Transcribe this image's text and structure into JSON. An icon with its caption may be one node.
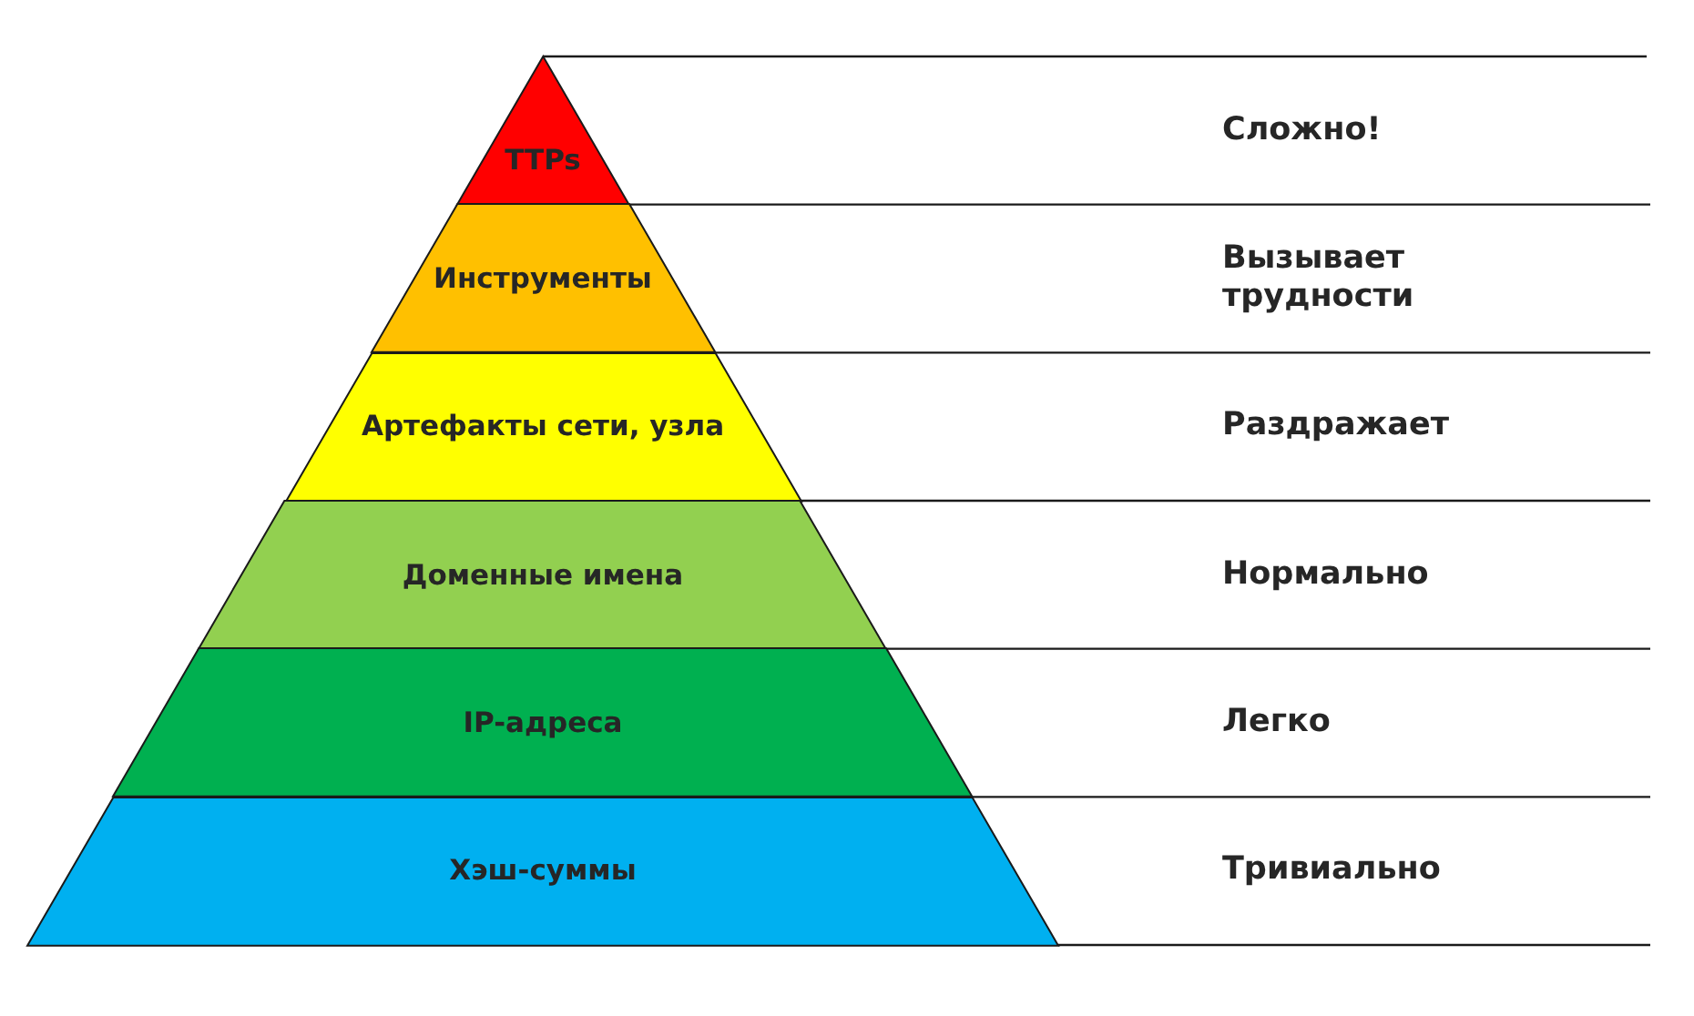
{
  "diagram": {
    "nodes": [
      {
        "text": [
          "TTPs"
        ]
      },
      {
        "text": [
          "Инструменты"
        ]
      },
      {
        "text": [
          "Артефакты сети, узла"
        ]
      },
      {
        "text": [
          "Доменные имена"
        ]
      },
      {
        "text": [
          "IP-адреса"
        ]
      },
      {
        "text": [
          "Хэш-суммы"
        ]
      }
    ],
    "labels": [
      "Сложно!",
      "Вызывает трудности",
      "Раздражает",
      "Нормально",
      "Легко",
      "Тривиально"
    ]
  }
}
